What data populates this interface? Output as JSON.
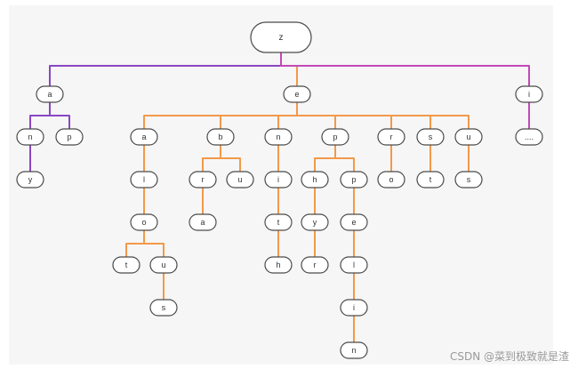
{
  "tree": {
    "colors": {
      "purple": "#8a46c4",
      "magenta": "#c449b8",
      "orange": "#f2994a",
      "node_border": "#4a4a4a"
    },
    "nodes": [
      {
        "id": "z",
        "label": "z"
      },
      {
        "id": "a",
        "label": "a"
      },
      {
        "id": "e",
        "label": "e"
      },
      {
        "id": "i",
        "label": "i"
      },
      {
        "id": "an",
        "label": "n"
      },
      {
        "id": "ap",
        "label": "p"
      },
      {
        "id": "any",
        "label": "y"
      },
      {
        "id": "ea",
        "label": "a"
      },
      {
        "id": "eb",
        "label": "b"
      },
      {
        "id": "en",
        "label": "n"
      },
      {
        "id": "ep",
        "label": "p"
      },
      {
        "id": "er",
        "label": "r"
      },
      {
        "id": "es",
        "label": "s"
      },
      {
        "id": "eu",
        "label": "u"
      },
      {
        "id": "idots",
        "label": "...."
      },
      {
        "id": "eal",
        "label": "l"
      },
      {
        "id": "ebr",
        "label": "r"
      },
      {
        "id": "ebu",
        "label": "u"
      },
      {
        "id": "eni",
        "label": "i"
      },
      {
        "id": "eph",
        "label": "h"
      },
      {
        "id": "epp",
        "label": "p"
      },
      {
        "id": "ero",
        "label": "o"
      },
      {
        "id": "est",
        "label": "t"
      },
      {
        "id": "eus",
        "label": "s"
      },
      {
        "id": "ealo",
        "label": "o"
      },
      {
        "id": "ebra",
        "label": "a"
      },
      {
        "id": "enit",
        "label": "t"
      },
      {
        "id": "ephy",
        "label": "y"
      },
      {
        "id": "eppe",
        "label": "e"
      },
      {
        "id": "ealot",
        "label": "t"
      },
      {
        "id": "ealou",
        "label": "u"
      },
      {
        "id": "enith",
        "label": "h"
      },
      {
        "id": "ephyr",
        "label": "r"
      },
      {
        "id": "eppel",
        "label": "l"
      },
      {
        "id": "ealous",
        "label": "s"
      },
      {
        "id": "eppeli",
        "label": "i"
      },
      {
        "id": "eppelin",
        "label": "n"
      }
    ],
    "edges": [
      [
        "z",
        "a",
        "purple"
      ],
      [
        "z",
        "e",
        "orange"
      ],
      [
        "z",
        "i",
        "magenta"
      ],
      [
        "a",
        "an",
        "purple"
      ],
      [
        "a",
        "ap",
        "purple"
      ],
      [
        "an",
        "any",
        "purple"
      ],
      [
        "e",
        "ea",
        "orange"
      ],
      [
        "e",
        "eb",
        "orange"
      ],
      [
        "e",
        "en",
        "orange"
      ],
      [
        "e",
        "ep",
        "orange"
      ],
      [
        "e",
        "er",
        "orange"
      ],
      [
        "e",
        "es",
        "orange"
      ],
      [
        "e",
        "eu",
        "orange"
      ],
      [
        "i",
        "idots",
        "magenta"
      ],
      [
        "ea",
        "eal",
        "orange"
      ],
      [
        "eal",
        "ealo",
        "orange"
      ],
      [
        "ealo",
        "ealot",
        "orange"
      ],
      [
        "ealo",
        "ealou",
        "orange"
      ],
      [
        "ealou",
        "ealous",
        "orange"
      ],
      [
        "eb",
        "ebr",
        "orange"
      ],
      [
        "eb",
        "ebu",
        "orange"
      ],
      [
        "ebr",
        "ebra",
        "orange"
      ],
      [
        "en",
        "eni",
        "orange"
      ],
      [
        "eni",
        "enit",
        "orange"
      ],
      [
        "enit",
        "enith",
        "orange"
      ],
      [
        "ep",
        "eph",
        "orange"
      ],
      [
        "ep",
        "epp",
        "orange"
      ],
      [
        "eph",
        "ephy",
        "orange"
      ],
      [
        "ephy",
        "ephyr",
        "orange"
      ],
      [
        "epp",
        "eppe",
        "orange"
      ],
      [
        "eppe",
        "eppel",
        "orange"
      ],
      [
        "eppel",
        "eppeli",
        "orange"
      ],
      [
        "eppeli",
        "eppelin",
        "orange"
      ],
      [
        "er",
        "ero",
        "orange"
      ],
      [
        "es",
        "est",
        "orange"
      ],
      [
        "eu",
        "eus",
        "orange"
      ]
    ]
  },
  "watermark": "CSDN @菜到极致就是渣"
}
